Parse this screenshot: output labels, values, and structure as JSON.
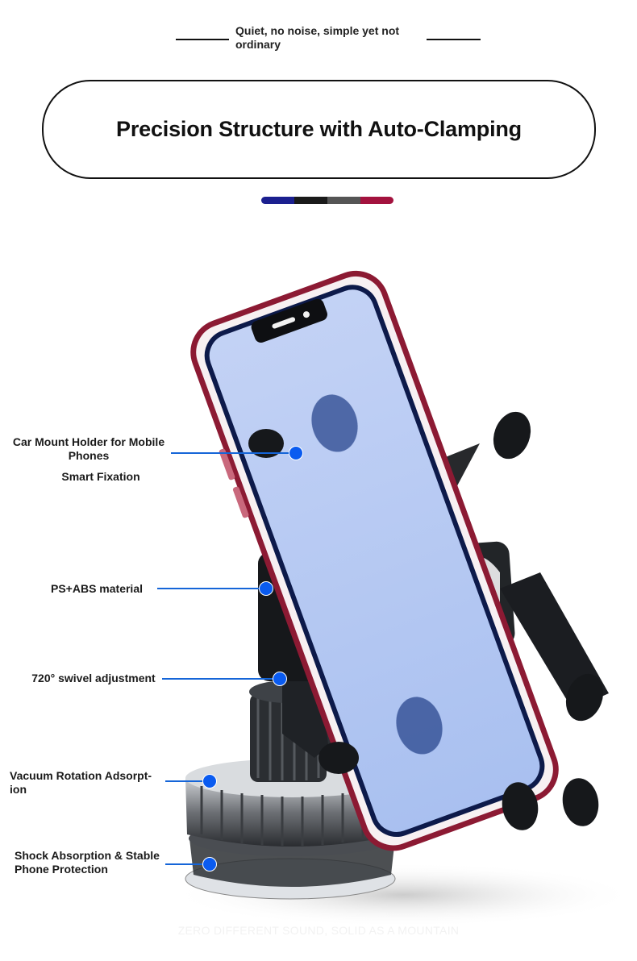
{
  "header": {
    "tagline": "Quiet, no noise, simple yet not ordinary",
    "title": "Precision Structure with Auto-Clamping"
  },
  "color_bar": [
    "#1b1f8f",
    "#1a1a1a",
    "#555555",
    "#a3123e"
  ],
  "callouts": {
    "holder": "Car Mount Holder for Mobile Phones",
    "fixation": "Smart Fixation",
    "material": "PS+ABS material",
    "swivel": "720° swivel adjustment",
    "vacuum": "Vacuum Rotation Adsorpt-ion",
    "shock": "Shock Absorption & Stable Phone Protection"
  },
  "footer": {
    "slogan": "ZERO DIFFERENT SOUND, SOLID AS A MOUNTAIN"
  },
  "colors": {
    "accent_blue": "#0a5bf0",
    "line_blue": "#1565d8",
    "screen_blue": "#b7c8f2",
    "frame_red": "#a3123e"
  }
}
